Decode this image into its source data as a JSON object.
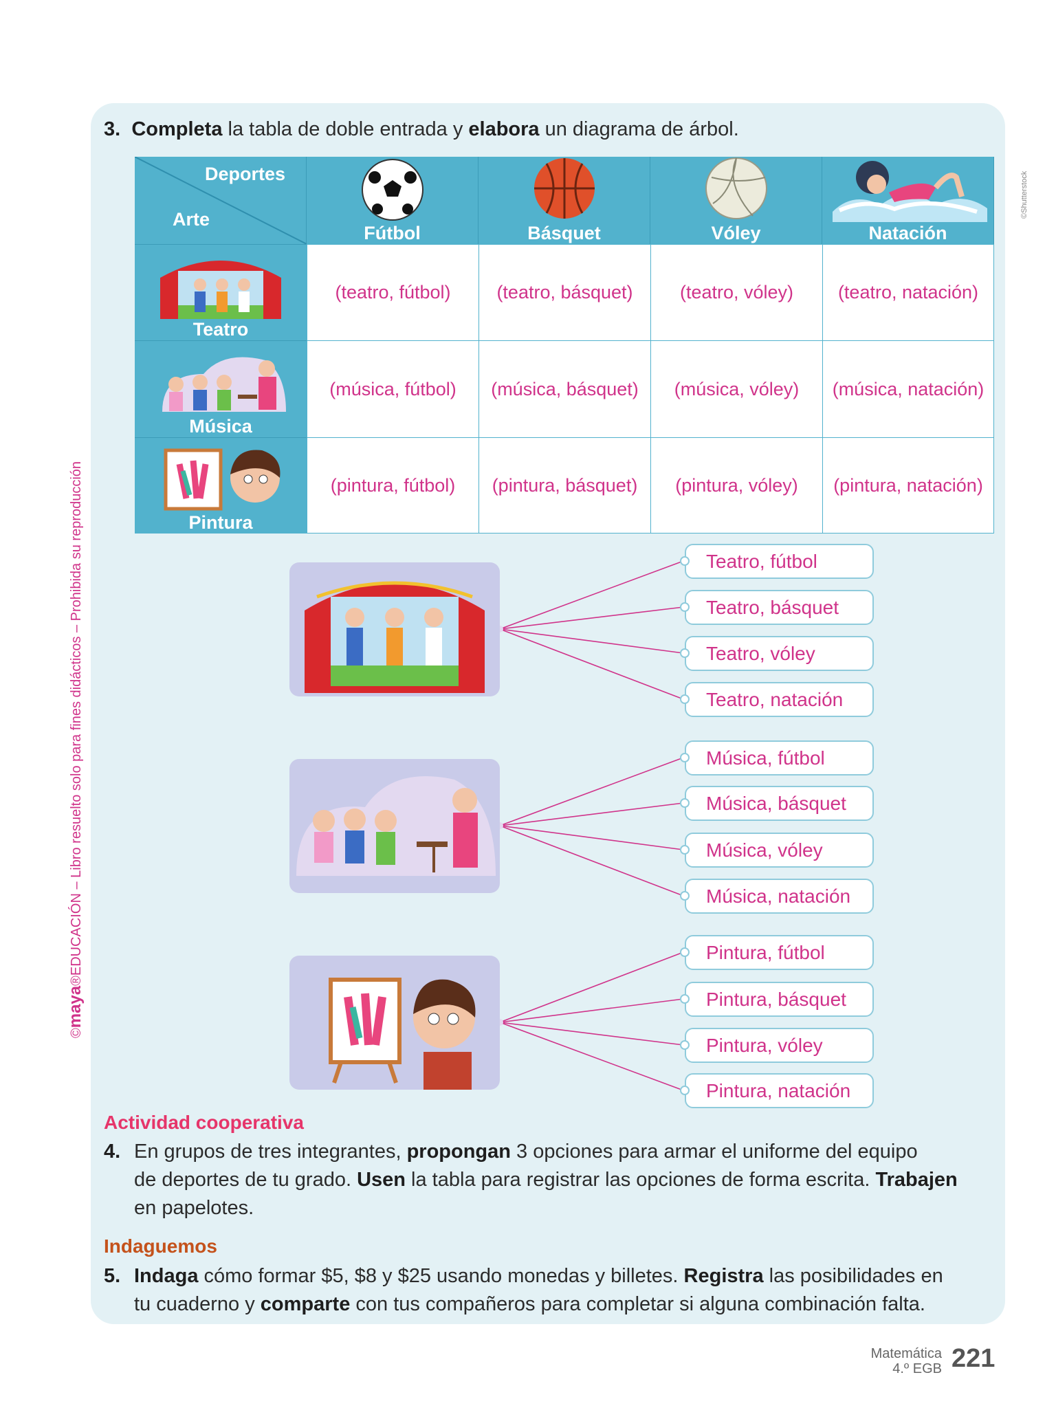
{
  "side_note": {
    "brand": "maya",
    "text": "EDUCACIÓN – Libro resuelto solo para fines didácticos – Prohibida su reproducción"
  },
  "credit": "©Shutterstock",
  "exercise3": {
    "number": "3.",
    "bold1": "Completa",
    "text1": " la tabla de doble entrada y ",
    "bold2": "elabora",
    "text2": " un diagrama de árbol."
  },
  "table": {
    "corner_top": "Deportes",
    "corner_bottom": "Arte",
    "columns": [
      {
        "label": "Fútbol",
        "icon": "soccer-ball-icon"
      },
      {
        "label": "Básquet",
        "icon": "basketball-icon"
      },
      {
        "label": "Vóley",
        "icon": "volleyball-icon"
      },
      {
        "label": "Natación",
        "icon": "swimmer-icon"
      }
    ],
    "rows": [
      {
        "label": "Teatro",
        "cells": [
          "(teatro, fútbol)",
          "(teatro, básquet)",
          "(teatro, vóley)",
          "(teatro, natación)"
        ]
      },
      {
        "label": "Música",
        "cells": [
          "(música, fútbol)",
          "(música, básquet)",
          "(música, vóley)",
          "(música, natación)"
        ]
      },
      {
        "label": "Pintura",
        "cells": [
          "(pintura, fútbol)",
          "(pintura, básquet)",
          "(pintura, vóley)",
          "(pintura, natación)"
        ]
      }
    ]
  },
  "tree": [
    {
      "root": "teatro",
      "leaves": [
        "Teatro, fútbol",
        "Teatro, básquet",
        "Teatro, vóley",
        "Teatro, natación"
      ]
    },
    {
      "root": "musica",
      "leaves": [
        "Música, fútbol",
        "Música, básquet",
        "Música, vóley",
        "Música, natación"
      ]
    },
    {
      "root": "pintura",
      "leaves": [
        "Pintura, fútbol",
        "Pintura, básquet",
        "Pintura, vóley",
        "Pintura, natación"
      ]
    }
  ],
  "colors": {
    "accent": "#d0338a",
    "table": "#52b2cd",
    "panel": "#e3f1f5",
    "cooperative": "#e6356a",
    "indaguemos": "#c4521b"
  },
  "activity": {
    "title": "Actividad cooperativa",
    "number": "4.",
    "t1": "En grupos de tres integrantes, ",
    "b1": "propongan",
    "t2": " 3 opciones para armar el uniforme del equipo",
    "t3": "de deportes de tu grado. ",
    "b2": "Usen",
    "t4": " la tabla para registrar las opciones de forma escrita. ",
    "b3": "Trabajen",
    "t5": "en papelotes."
  },
  "inquiry": {
    "title": "Indaguemos",
    "number": "5.",
    "b1": "Indaga",
    "t1": " cómo formar $5, $8 y $25 usando monedas y billetes. ",
    "b2": "Registra",
    "t2": " las posibilidades en",
    "t3": "tu cuaderno y ",
    "b3": "comparte",
    "t4": " con tus compañeros para completar si alguna combinación falta."
  },
  "footer": {
    "subject": "Matemática",
    "grade": "4.º EGB",
    "page": "221"
  }
}
